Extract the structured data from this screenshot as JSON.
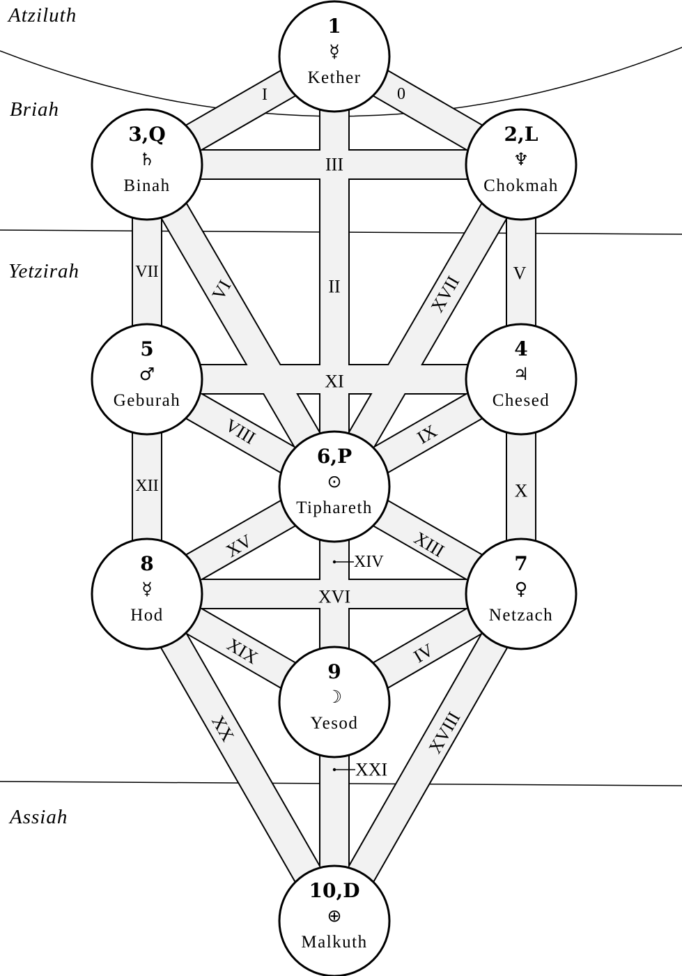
{
  "worlds": [
    {
      "id": "atziluth",
      "name": "Atziluth"
    },
    {
      "id": "briah",
      "name": "Briah"
    },
    {
      "id": "yetzirah",
      "name": "Yetzirah"
    },
    {
      "id": "assiah",
      "name": "Assiah"
    }
  ],
  "sephiroth": [
    {
      "id": "kether",
      "number": "1",
      "symbol": "☿",
      "name": "Kether"
    },
    {
      "id": "chokmah",
      "number": "2,L",
      "symbol": "♆",
      "name": "Chokmah"
    },
    {
      "id": "binah",
      "number": "3,Q",
      "symbol": "♄",
      "name": "Binah"
    },
    {
      "id": "chesed",
      "number": "4",
      "symbol": "♃",
      "name": "Chesed"
    },
    {
      "id": "geburah",
      "number": "5",
      "symbol": "♂",
      "name": "Geburah"
    },
    {
      "id": "tiphareth",
      "number": "6,P",
      "symbol": "⊙",
      "name": "Tiphareth"
    },
    {
      "id": "netzach",
      "number": "7",
      "symbol": "♀",
      "name": "Netzach"
    },
    {
      "id": "hod",
      "number": "8",
      "symbol": "☿",
      "name": "Hod"
    },
    {
      "id": "yesod",
      "number": "9",
      "symbol": "☽",
      "name": "Yesod"
    },
    {
      "id": "malkuth",
      "number": "10,D",
      "symbol": "⊕",
      "name": "Malkuth"
    }
  ],
  "paths": [
    {
      "id": "p0",
      "from": "kether",
      "to": "chokmah",
      "label": "0"
    },
    {
      "id": "pI",
      "from": "kether",
      "to": "binah",
      "label": "I"
    },
    {
      "id": "pII",
      "from": "kether",
      "to": "tiphareth",
      "label": "II"
    },
    {
      "id": "pIII",
      "from": "chokmah",
      "to": "binah",
      "label": "III"
    },
    {
      "id": "pIV",
      "from": "netzach",
      "to": "yesod",
      "label": "IV"
    },
    {
      "id": "pV",
      "from": "chokmah",
      "to": "chesed",
      "label": "V"
    },
    {
      "id": "pVI",
      "from": "binah",
      "to": "tiphareth",
      "label": "VI"
    },
    {
      "id": "pVII",
      "from": "binah",
      "to": "geburah",
      "label": "VII"
    },
    {
      "id": "pVIII",
      "from": "geburah",
      "to": "tiphareth",
      "label": "VIII"
    },
    {
      "id": "pIX",
      "from": "chesed",
      "to": "tiphareth",
      "label": "IX"
    },
    {
      "id": "pX",
      "from": "chesed",
      "to": "netzach",
      "label": "X"
    },
    {
      "id": "pXI",
      "from": "chesed",
      "to": "geburah",
      "label": "XI"
    },
    {
      "id": "pXII",
      "from": "geburah",
      "to": "hod",
      "label": "XII"
    },
    {
      "id": "pXIII",
      "from": "tiphareth",
      "to": "netzach",
      "label": "XIII"
    },
    {
      "id": "pXIV",
      "from": "tiphareth",
      "to": "yesod",
      "label": "XIV"
    },
    {
      "id": "pXV",
      "from": "tiphareth",
      "to": "hod",
      "label": "XV"
    },
    {
      "id": "pXVI",
      "from": "netzach",
      "to": "hod",
      "label": "XVI"
    },
    {
      "id": "pXVII",
      "from": "chokmah",
      "to": "tiphareth",
      "label": "XVII"
    },
    {
      "id": "pXVIII",
      "from": "netzach",
      "to": "malkuth",
      "label": "XVIII"
    },
    {
      "id": "pXIX",
      "from": "hod",
      "to": "yesod",
      "label": "XIX"
    },
    {
      "id": "pXX",
      "from": "hod",
      "to": "malkuth",
      "label": "XX"
    },
    {
      "id": "pXXI",
      "from": "yesod",
      "to": "malkuth",
      "label": "XXI"
    }
  ],
  "colors": {
    "ink": "#000000",
    "path_fill": "#f2f2f2",
    "sphere_fill": "#ffffff"
  }
}
